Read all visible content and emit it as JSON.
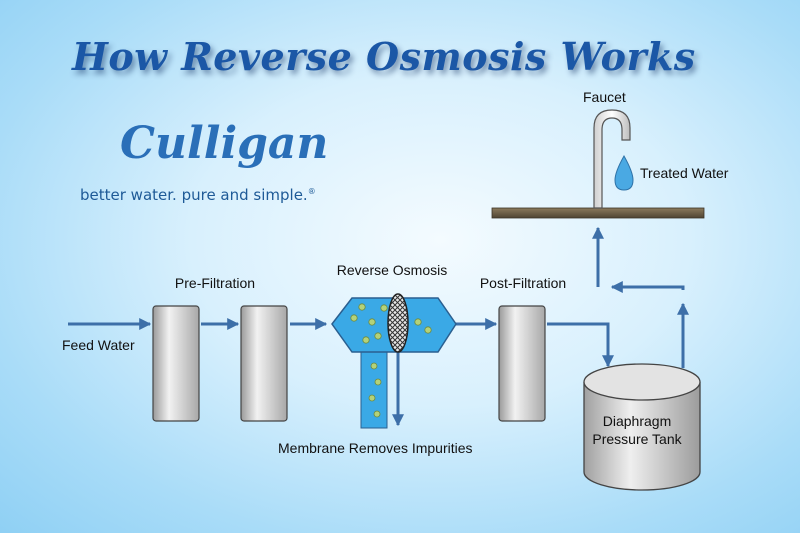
{
  "title": "How Reverse Osmosis Works",
  "brand": {
    "name": "Culligan",
    "tagline": "better water. pure and simple.",
    "registered_mark": "®"
  },
  "labels": {
    "feed_water": "Feed Water",
    "pre_filtration": "Pre-Filtration",
    "reverse_osmosis": "Reverse Osmosis",
    "post_filtration": "Post-Filtration",
    "membrane": "Membrane Removes Impurities",
    "faucet": "Faucet",
    "treated_water": "Treated Water",
    "tank_line1": "Diaphragm",
    "tank_line2": "Pressure Tank"
  },
  "colors": {
    "arrow": "#3d6fa8",
    "filter": "#d9d9d9",
    "membrane_water": "#3aa9e6",
    "brand": "#2a6fb8",
    "title": "#1b57a6"
  },
  "icons": [
    "faucet-icon",
    "water-drop-icon"
  ]
}
